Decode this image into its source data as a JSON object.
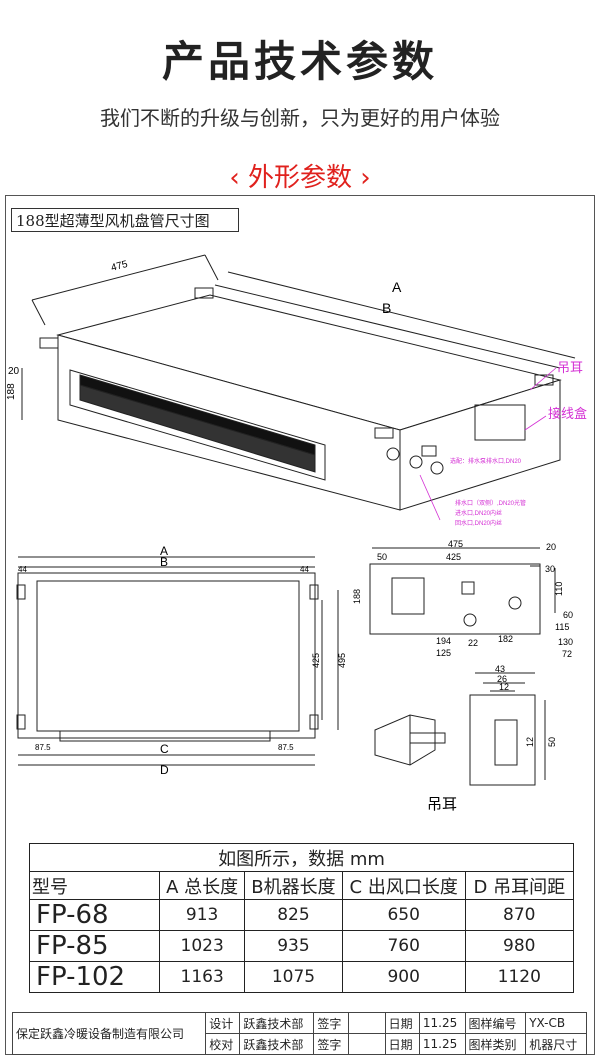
{
  "header": {
    "title": "产品技术参数",
    "subtitle": "我们不断的升级与创新，只为更好的用户体验",
    "section": "外形参数",
    "section_left_arrow": "‹",
    "section_right_arrow": "›"
  },
  "drawing": {
    "title": "188型超薄型风机盘管尺寸图",
    "iso": {
      "dim_475": "475",
      "dim_A": "A",
      "dim_B": "B",
      "dim_20": "20",
      "dim_188": "188",
      "lug_label": "吊耳",
      "terminal_label": "接线盒",
      "note_1": "选配：排水泵排水口,DN20",
      "note_2": "排水口（双侧）,DN20光管",
      "note_3": "进水口,DN20内丝",
      "note_4": "回水口,DN20内丝"
    },
    "top_view": {
      "A": "A",
      "B": "B",
      "D": "D",
      "C": "C",
      "left_44": "44",
      "right_44": "44",
      "left_875": "87.5",
      "right_875": "87.5",
      "h425": "425",
      "h495": "495"
    },
    "side_view": {
      "w475": "475",
      "w425": "425",
      "w50": "50",
      "w20": "20",
      "w30": "30",
      "h188": "188",
      "d110": "110",
      "d60": "60",
      "d115": "115",
      "d130": "130",
      "d72": "72",
      "d194": "194",
      "d125": "125",
      "d22": "22",
      "d182": "182"
    },
    "lug_view": {
      "w43": "43",
      "w26": "26",
      "w12": "12",
      "h12": "12",
      "h50": "50",
      "label": "吊耳"
    }
  },
  "spec_table": {
    "caption": "如图所示，数据    mm",
    "headers": [
      "型号",
      "A 总长度",
      "B机器长度",
      "C 出风口长度",
      "D 吊耳间距"
    ],
    "rows": [
      {
        "model": "FP-68",
        "a": "913",
        "b": "825",
        "c": "650",
        "d": "870"
      },
      {
        "model": "FP-85",
        "a": "1023",
        "b": "935",
        "c": "760",
        "d": "980"
      },
      {
        "model": "FP-102",
        "a": "1163",
        "b": "1075",
        "c": "900",
        "d": "1120"
      }
    ]
  },
  "title_block": {
    "company": "保定跃鑫冷暖设备制造有限公司",
    "r1": [
      "设计",
      "跃鑫技术部",
      "签字",
      "",
      "日期",
      "11.25",
      "图样编号",
      "YX-CB"
    ],
    "r2": [
      "校对",
      "跃鑫技术部",
      "签字",
      "",
      "日期",
      "11.25",
      "图样类别",
      "机器尺寸"
    ]
  },
  "colors": {
    "accent": "#e0211d",
    "annotation": "#d42fd4",
    "line": "#222222"
  }
}
